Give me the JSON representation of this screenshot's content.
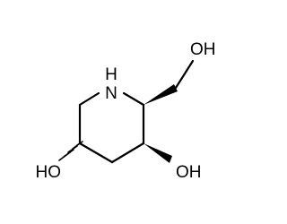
{
  "molecule": {
    "labels": {
      "nitrogen": "N",
      "hydrogen": "H",
      "hydroxymethyl_oh": "OH",
      "ring_oh_left": "HO",
      "ring_oh_right": "OH"
    },
    "colors": {
      "bond": "#000000",
      "text": "#000000",
      "background": "#ffffff"
    }
  }
}
